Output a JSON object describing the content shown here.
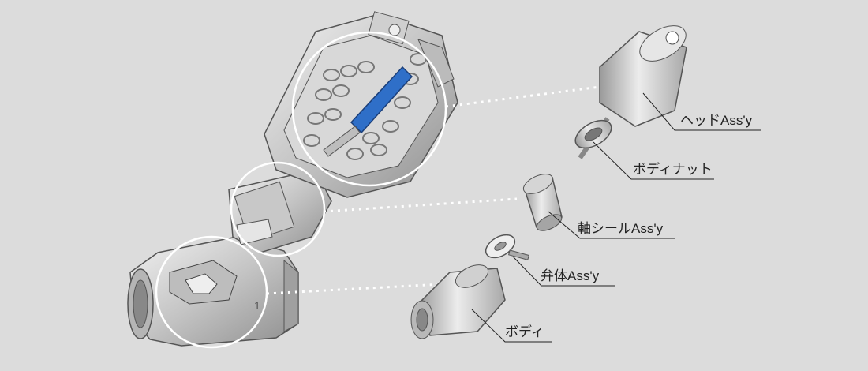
{
  "labels": {
    "head": "ヘッドAss'y",
    "body_nut": "ボディナット",
    "shaft_seal": "軸シールAss'y",
    "valve_body": "弁体Ass'y",
    "body": "ボディ"
  },
  "body_number": "1",
  "colors": {
    "background": "#dcdcdc",
    "part_metal": "#c9c9c9",
    "accent_blue": "#2f6fc8",
    "leader_line": "#222222"
  }
}
